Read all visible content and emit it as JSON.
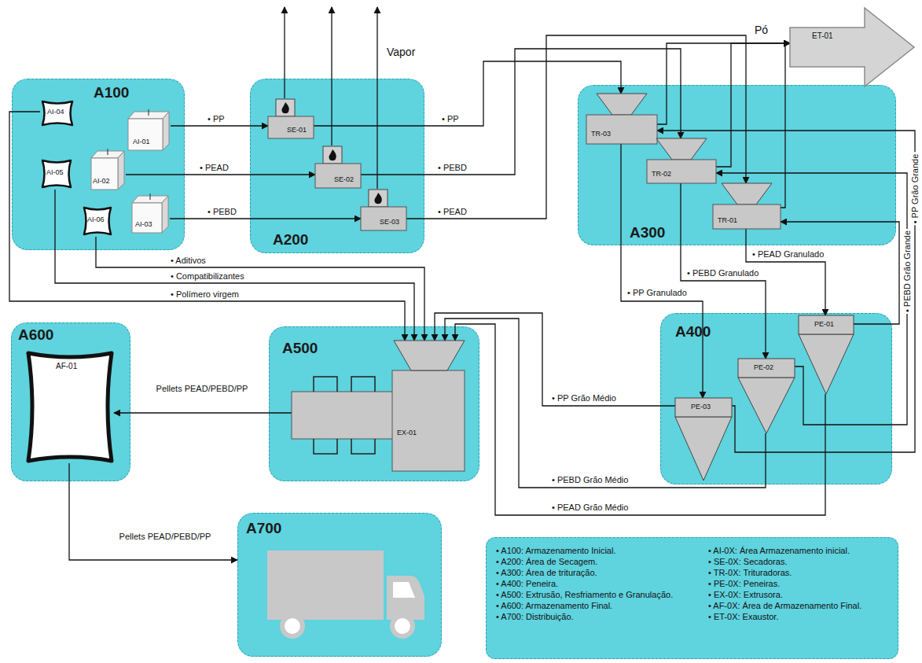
{
  "diagram": {
    "nodes": [
      {
        "text": [
          "A100"
        ]
      },
      {
        "text": [
          "AI-04"
        ],
        "in": 0
      },
      {
        "text": [
          "AI-05"
        ],
        "in": 0
      },
      {
        "text": [
          "AI-06"
        ],
        "in": 0
      },
      {
        "text": [
          "AI-01"
        ],
        "in": 0
      },
      {
        "text": [
          "AI-02"
        ],
        "in": 0
      },
      {
        "text": [
          "AI-03"
        ],
        "in": 0
      },
      {
        "text": [
          "A200"
        ]
      },
      {
        "text": [
          "SE-01"
        ],
        "in": 7
      },
      {
        "text": [
          "SE-02"
        ],
        "in": 7
      },
      {
        "text": [
          "SE-03"
        ],
        "in": 7
      },
      {
        "text": [
          "A300"
        ]
      },
      {
        "text": [
          "TR-03"
        ],
        "in": 11
      },
      {
        "text": [
          "TR-02"
        ],
        "in": 11
      },
      {
        "text": [
          "TR-01"
        ],
        "in": 11
      },
      {
        "text": [
          "ET-01"
        ]
      },
      {
        "text": [
          "A600"
        ]
      },
      {
        "text": [
          "AF-01"
        ],
        "in": 16
      },
      {
        "text": [
          "A500"
        ]
      },
      {
        "text": [
          "EX-01"
        ],
        "in": 18
      },
      {
        "text": [
          "A400"
        ]
      },
      {
        "text": [
          "PE-01"
        ],
        "in": 20
      },
      {
        "text": [
          "PE-02"
        ],
        "in": 20
      },
      {
        "text": [
          "PE-03"
        ],
        "in": 20
      },
      {
        "text": [
          "A700"
        ]
      },
      {
        "text": [
          "• A100: Armazenamento Inicial.",
          "• A200: Área de Secagem.",
          "• A300: Área de trituração.",
          "• A400: Peneira.",
          "• A500: Extrusão, Resfriamento e Granulação.",
          "• A600: Armazenamento Final.",
          "• A700: Distribuição.",
          "• AI-0X: Área Armazenamento inicial.",
          "• SE-0X: Secadoras.",
          "• TR-0X: Trituradoras.",
          "• PE-0X: Peneiras.",
          "• EX-0X: Extrusora.",
          "• AF-0X: Área de Armazenamento Final.",
          "• ET-0X: Exaustor."
        ]
      }
    ],
    "edges": [
      {
        "from": 4,
        "to": 8,
        "arrow": "to",
        "label": "• PP"
      },
      {
        "from": 5,
        "to": 9,
        "arrow": "to",
        "label": "• PEAD"
      },
      {
        "from": 6,
        "to": 10,
        "arrow": "to",
        "label": "• PEBD"
      },
      {
        "from": 8,
        "to": 12,
        "arrow": "to",
        "label": "• PP"
      },
      {
        "from": 9,
        "to": 13,
        "arrow": "to",
        "label": "• PEBD"
      },
      {
        "from": 10,
        "to": 14,
        "arrow": "to",
        "label": "• PEAD"
      },
      {
        "from": 12,
        "to": 15,
        "arrow": "to"
      },
      {
        "from": 13,
        "to": 15,
        "arrow": "to"
      },
      {
        "from": 14,
        "to": 15,
        "arrow": "to"
      },
      {
        "from": 12,
        "to": 23,
        "arrow": "to",
        "label": "• PP Granulado"
      },
      {
        "from": 13,
        "to": 22,
        "arrow": "to",
        "label": "• PEBD Granulado"
      },
      {
        "from": 14,
        "to": 21,
        "arrow": "to",
        "label": "• PEAD Granulado"
      },
      {
        "from": 21,
        "to": 14,
        "arrow": "to"
      },
      {
        "from": 22,
        "to": 13,
        "arrow": "to",
        "label": "• PEBD Grão Grande"
      },
      {
        "from": 23,
        "to": 12,
        "arrow": "to",
        "label": "• PP Grão Grande"
      },
      {
        "from": 23,
        "to": 19,
        "arrow": "to",
        "label": "• PP Grão Médio"
      },
      {
        "from": 22,
        "to": 19,
        "arrow": "to",
        "label": "• PEBD Grão Médio"
      },
      {
        "from": 21,
        "to": 19,
        "arrow": "to",
        "label": "• PEAD Grão Médio"
      },
      {
        "from": 3,
        "to": 19,
        "arrow": "to",
        "label": "• Aditivos"
      },
      {
        "from": 2,
        "to": 19,
        "arrow": "to",
        "label": "• Compatibilizantes"
      },
      {
        "from": 1,
        "to": 19,
        "arrow": "to",
        "label": "• Polímero virgem"
      },
      {
        "from": 19,
        "to": 17,
        "arrow": "to",
        "label": "Pellets PEAD/PEBD/PP"
      },
      {
        "from": 17,
        "to": 24,
        "arrow": "to",
        "label": "Pellets PEAD/PEBD/PP"
      }
    ],
    "labels": [
      "Vapor",
      "Pó"
    ]
  }
}
